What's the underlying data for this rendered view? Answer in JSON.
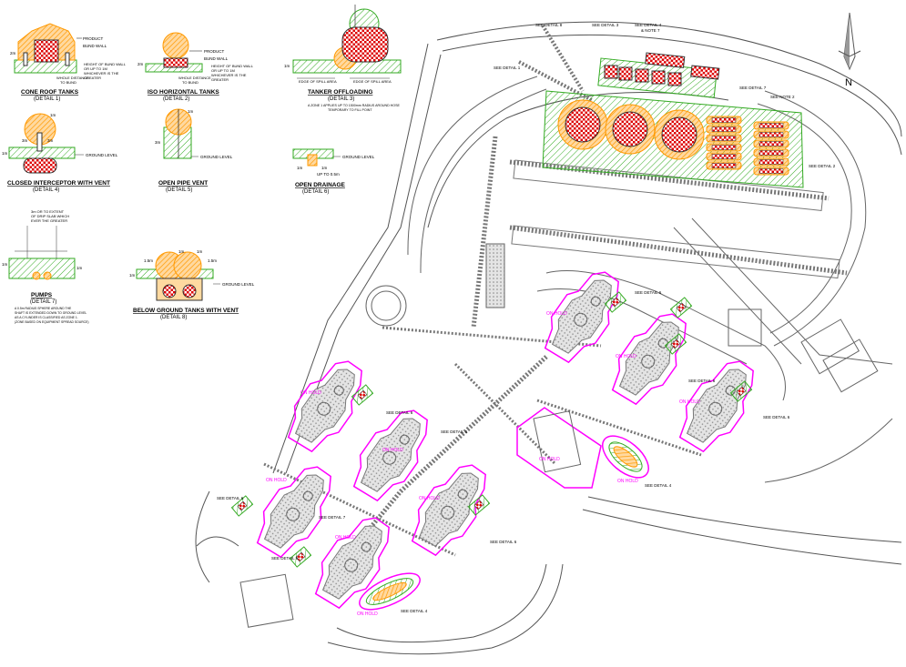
{
  "colors": {
    "line": "#555555",
    "hatch_green": "#33aa22",
    "hatch_orange": "#ff9900",
    "red_zone": "#dd0000",
    "magenta": "#ff00ff",
    "ground": "#ffe600"
  },
  "north": {
    "label": "N"
  },
  "details": {
    "d1": {
      "title": "CONE ROOF TANKS",
      "sub": "(DETAIL 1)",
      "product": "PRODUCT",
      "bund": "BUND WALL",
      "note1": "HEIGHT OF BUND WALL",
      "note2": "OR UP TO 1M",
      "note3": "WHICHEVER IS THE",
      "note4": "GREATER",
      "note5": "WHOLE DISTANCE",
      "note6": "TO BUND",
      "dim": "2m"
    },
    "d2": {
      "title": "ISO HORIZONTAL TANKS",
      "sub": "(DETAIL 2)",
      "product": "PRODUCT",
      "bund": "BUND WALL",
      "note1": "HEIGHT OF BUND WALL",
      "note2": "OR UP TO 1M",
      "note3": "WHICHEVER IS THE",
      "note4": "GREATER",
      "note5": "WHOLE DISTANCE",
      "note6": "TO BUND",
      "dim": "2m"
    },
    "d3": {
      "title": "TANKER OFFLOADING",
      "sub": "(DETAIL 3)",
      "edge1": "EDGE OF SPILL AREA",
      "edge2": "EDGE OF SPILL AREA",
      "note": "A ZONE 1 APPLIES UP TO 1500mm RADIUS AROUND HOSE",
      "note2": "TEMPORARY TO FILL POINT",
      "dim": "1m"
    },
    "d4": {
      "title": "CLOSED INTERCEPTOR WITH VENT",
      "sub": "(DETAIL 4)",
      "ground": "GROUND LEVEL",
      "r1": "1m",
      "r2": "3m",
      "r3": "3m",
      "r4": "1m"
    },
    "d5": {
      "title": "OPEN PIPE VENT",
      "sub": "(DETAIL 5)",
      "ground": "GROUND LEVEL",
      "r1": "1m",
      "r2": "3m"
    },
    "d6": {
      "title": "OPEN DRAINAGE",
      "sub": "(DETAIL 6)",
      "ground": "GROUND LEVEL",
      "r1": "1m",
      "r2": "1m",
      "r3": "UP TO 0.5m"
    },
    "d7": {
      "title": "PUMPS",
      "sub": "(DETAIL 7)",
      "top1": "3m OR TO EXTENT",
      "top2": "OF DRIP SLAB WHICH",
      "top3": "EVER THE GREATER",
      "n1": "A 0.5m RADIUS SPHERE AROUND THE",
      "n2": "SHAFT IS EXTENDED DOWN TO GROUND LEVEL",
      "n3": "AS A CYLINDER IS CLASSIFIED AS ZONE 1.",
      "n4": "(ZONE BASED ON EQUIPMENT SPREAD SOURCE)",
      "dim": "1m",
      "dim2": "1m"
    },
    "d8": {
      "title": "BELOW GROUND TANKS WITH VENT",
      "sub": "(DETAIL 8)",
      "ground": "GROUND LEVEL",
      "r1": "1m",
      "r2": "1m",
      "r3": "1.5m",
      "r4": "1.5m",
      "r5": "1m"
    }
  },
  "plan": {
    "see_detail_8_top": "SEE DETAIL 8",
    "see_detail_3": "SEE DETAIL 3",
    "see_detail_4_note": "SEE DETAIL 4",
    "note_7": "& NOTE 7",
    "see_detail_1": "SEE DETAIL 1",
    "see_detail_7": "SEE DETAIL 7",
    "see_note_2": "SEE NOTE 2",
    "see_detail_2": "SEE DETAIL 2",
    "on_hold": "ON HOLD",
    "see_detail_6": "SEE DETAIL 6",
    "see_detail_4": "SEE DETAIL 4",
    "see_detail_5": "SEE DETAIL 5"
  }
}
